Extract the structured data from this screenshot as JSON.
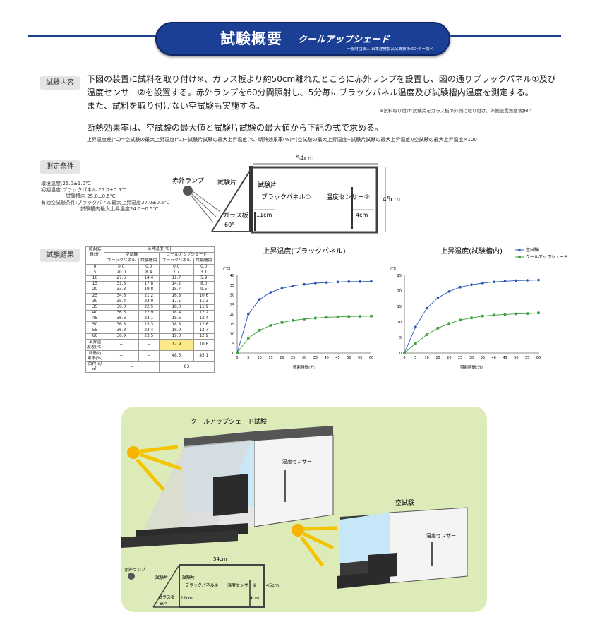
{
  "header": {
    "title": "試験概要",
    "product": "クールアップシェード",
    "credit": "一般財団法人 日本建材製品品質技術センター調べ"
  },
  "sections": {
    "content_label": "試験内容",
    "conditions_label": "測定条件",
    "results_label": "試験結果"
  },
  "content": {
    "line1": "下図の装置に試料を取り付け※、ガラス板より約50cm離れたところに赤外ランプを設置し、図の通りブラックパネル①及び",
    "line2": "温度センサー②を設置する。赤外ランプを60分間照射し、5分毎にブラックパネル温度及び試験槽内温度を測定する。",
    "line3": "また、試料を取り付けない空試験も実施する。",
    "note": "※試料取り付け:試験片をガラス板の外側に取り付け。外側設置角度:約60°",
    "line4": "断熱効果率は、空試験の最大値と試験片試験の最大値から下記の式で求める。",
    "formula": "上昇温度差(℃)=空試験の最大上昇温度(℃)−試験片試験の最大上昇温度(℃)  断熱効果率(%)=(空試験の最大上昇温度−試験片試験の最大上昇温度)/空試験の最大上昇温度×100"
  },
  "conditions": {
    "l1": "環境温度:25.0±1.0℃",
    "l2": "初期温度:ブラックパネル  25.0±0.5℃",
    "l3": "試験槽内  25.0±0.5℃",
    "l4": "有効空試験条件:ブラックパネル最大上昇温度37.0±0.5℃",
    "l5": "試験槽内最大上昇温度24.0±0.5℃"
  },
  "diagram": {
    "lamp": "赤外ランプ",
    "specimen": "試験片",
    "black_panel": "ブラックパネル①",
    "sensor": "温度センサー②",
    "glass": "ガラス板",
    "angle": "60°",
    "width": "54cm",
    "height": "45cm",
    "d1": "11cm",
    "d2": "4cm"
  },
  "table": {
    "h_time": "照射時間(分)",
    "h_rise": "上昇温度(℃)",
    "h_blank": "空試験",
    "h_cool": "クールアップシェード",
    "h_bp": "ブラックパネル",
    "h_tank": "試験槽内",
    "rows": [
      [
        "0",
        "0.0",
        "0.0",
        "0.0",
        "0.0"
      ],
      [
        "5",
        "20.0",
        "8.4",
        "7.7",
        "3.1"
      ],
      [
        "10",
        "27.6",
        "14.4",
        "11.7",
        "5.9"
      ],
      [
        "15",
        "31.3",
        "17.8",
        "14.2",
        "8.0"
      ],
      [
        "20",
        "33.3",
        "19.8",
        "15.7",
        "9.5"
      ],
      [
        "25",
        "34.6",
        "21.2",
        "16.8",
        "10.6"
      ],
      [
        "30",
        "35.4",
        "22.0",
        "17.5",
        "11.3"
      ],
      [
        "35",
        "36.0",
        "22.5",
        "18.0",
        "11.9"
      ],
      [
        "40",
        "36.3",
        "22.9",
        "18.4",
        "12.2"
      ],
      [
        "45",
        "36.6",
        "23.1",
        "18.6",
        "12.4"
      ],
      [
        "50",
        "36.8",
        "23.3",
        "18.8",
        "12.6"
      ],
      [
        "55",
        "36.8",
        "23.4",
        "18.9",
        "12.7"
      ],
      [
        "60",
        "36.9",
        "23.5",
        "19.0",
        "12.9"
      ]
    ],
    "diff_label": "上昇温度差(℃)",
    "diff": [
      "−",
      "−",
      "17.9",
      "10.6"
    ],
    "eff_label": "断熱効果率(%)",
    "eff": [
      "−",
      "−",
      "48.5",
      "45.1"
    ],
    "mass_label": "目付(g/㎡)",
    "mass": [
      "−",
      "83"
    ]
  },
  "chart_data": [
    {
      "type": "line",
      "title": "上昇温度(ブラックパネル)",
      "xlabel": "照射時間(分)",
      "ylabel": "(℃)",
      "x": [
        0,
        5,
        10,
        15,
        20,
        25,
        30,
        35,
        40,
        45,
        50,
        55,
        60
      ],
      "xlim": [
        0,
        60
      ],
      "ylim": [
        0,
        40
      ],
      "yticks": [
        0,
        5,
        10,
        15,
        20,
        25,
        30,
        35,
        40
      ],
      "grid": false,
      "series": [
        {
          "name": "空試験",
          "color": "#2a56b5",
          "values": [
            0.0,
            20.0,
            27.6,
            31.3,
            33.3,
            34.6,
            35.4,
            36.0,
            36.3,
            36.6,
            36.8,
            36.8,
            36.9
          ]
        },
        {
          "name": "クールアップシェード",
          "color": "#3aa13a",
          "values": [
            0.0,
            7.7,
            11.7,
            14.2,
            15.7,
            16.8,
            17.5,
            18.0,
            18.4,
            18.6,
            18.8,
            18.9,
            19.0
          ]
        }
      ]
    },
    {
      "type": "line",
      "title": "上昇温度(試験槽内)",
      "xlabel": "照射時間(分)",
      "ylabel": "(℃)",
      "x": [
        0,
        5,
        10,
        15,
        20,
        25,
        30,
        35,
        40,
        45,
        50,
        55,
        60
      ],
      "xlim": [
        0,
        60
      ],
      "ylim": [
        0,
        25
      ],
      "yticks": [
        0,
        5,
        10,
        15,
        20,
        25
      ],
      "grid": false,
      "legend": "top-right",
      "series": [
        {
          "name": "空試験",
          "color": "#2a56b5",
          "values": [
            0.0,
            8.4,
            14.4,
            17.8,
            19.8,
            21.2,
            22.0,
            22.5,
            22.9,
            23.1,
            23.3,
            23.4,
            23.5
          ]
        },
        {
          "name": "クールアップシェード",
          "color": "#3aa13a",
          "values": [
            0.0,
            3.1,
            5.9,
            8.0,
            9.5,
            10.6,
            11.3,
            11.9,
            12.2,
            12.4,
            12.6,
            12.7,
            12.9
          ]
        }
      ]
    }
  ],
  "illustration": {
    "test_title": "クールアップシェード試験",
    "blank_title": "空試験",
    "sensor1": "温度センサー",
    "sensor2": "温度センサー"
  }
}
